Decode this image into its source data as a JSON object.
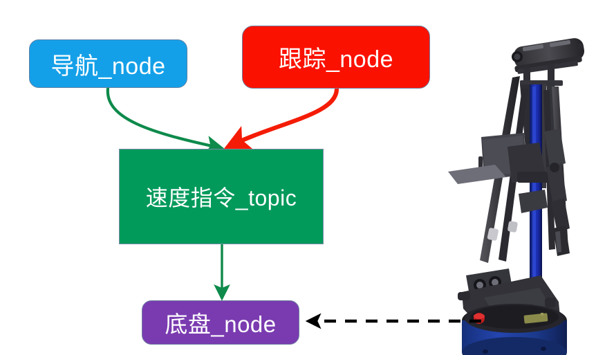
{
  "diagram": {
    "title": "ROS node and topic communication diagram",
    "background_color": "#ffffff",
    "nodes": [
      {
        "id": "nav-node",
        "label": "导航_node",
        "role": "publisher-node",
        "shape": "rounded-rect",
        "fill": "#14A0E8",
        "text_color": "#ffffff",
        "border_color": "#5B7FA6"
      },
      {
        "id": "track-node",
        "label": "跟踪_node",
        "role": "publisher-node",
        "shape": "rounded-rect",
        "fill": "#FB1100",
        "text_color": "#ffffff",
        "border_color": "#6E7FA0"
      },
      {
        "id": "velocity-topic",
        "label": "速度指令_topic",
        "role": "topic",
        "shape": "rect",
        "fill": "#019A5B",
        "text_color": "#ffffff",
        "border_color": "#7A8CA8"
      },
      {
        "id": "chassis-node",
        "label": "底盘_node",
        "role": "subscriber-node",
        "shape": "rounded-rect",
        "fill": "#7A3BB0",
        "text_color": "#ffffff",
        "border_color": "#6E7FA0"
      }
    ],
    "connectors": [
      {
        "id": "nav-to-topic",
        "from": "nav-node",
        "to": "velocity-topic",
        "style": "curved-solid",
        "color": "#0E8A4B",
        "arrowhead": "filled"
      },
      {
        "id": "track-to-topic",
        "from": "track-node",
        "to": "velocity-topic",
        "style": "curved-solid",
        "color": "#F41C06",
        "arrowhead": "filled"
      },
      {
        "id": "topic-to-chassis",
        "from": "velocity-topic",
        "to": "chassis-node",
        "style": "straight-solid",
        "color": "#0E8A4B",
        "arrowhead": "filled"
      },
      {
        "id": "robot-to-chassis",
        "from": "robot",
        "to": "chassis-node",
        "style": "dashed",
        "color": "#000000",
        "arrowhead": "filled"
      }
    ],
    "robot": {
      "id": "mobile-manipulator-robot",
      "description": "mobile robot with blue cylindrical base, dark mast and camera head",
      "base_color": "#1B3A8C",
      "frame_color": "#3A3A3E",
      "rail_color": "#1B2FA0",
      "estop_color": "#C21F1F"
    }
  }
}
